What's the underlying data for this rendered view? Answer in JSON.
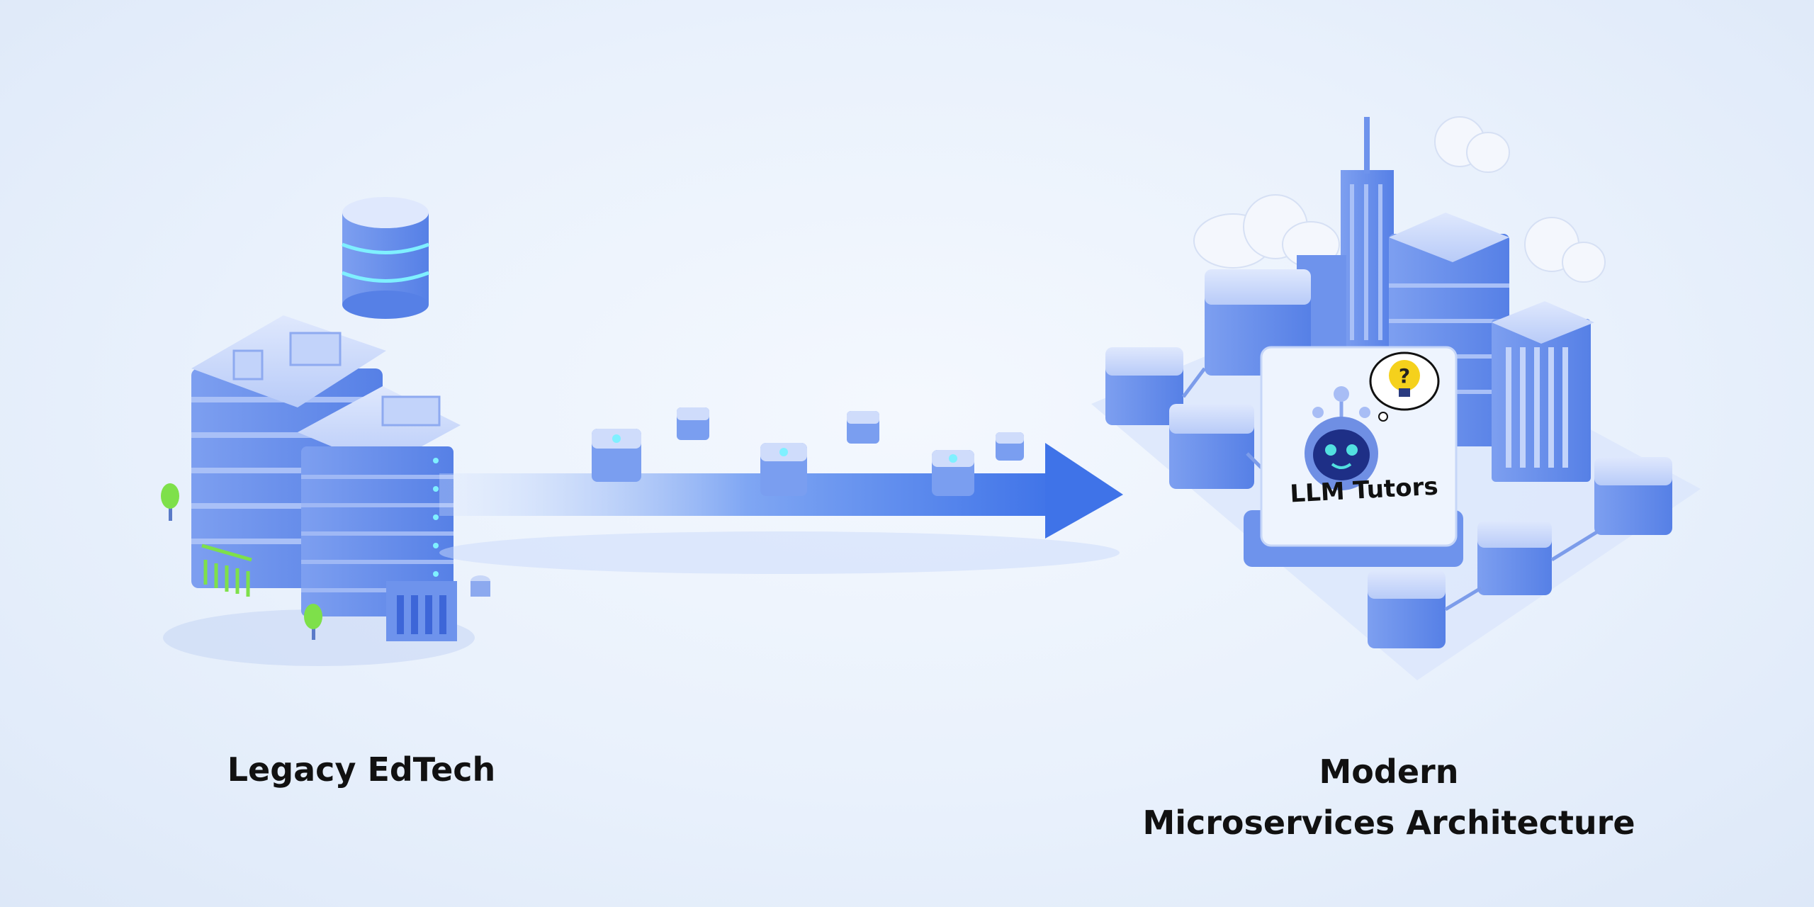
{
  "legacy": {
    "label": "Legacy EdTech"
  },
  "modern": {
    "line1": "Modern",
    "line2": "Microservices Architecture"
  },
  "tutor": {
    "label": "LLM Tutors",
    "icons": [
      "robot-icon",
      "lightbulb-question-icon"
    ]
  },
  "colors": {
    "primary": "#5b86ee",
    "light": "#c9d8fb",
    "accent": "#4fe0f0",
    "bulb": "#f5d11c",
    "tree": "#7ee04a"
  }
}
